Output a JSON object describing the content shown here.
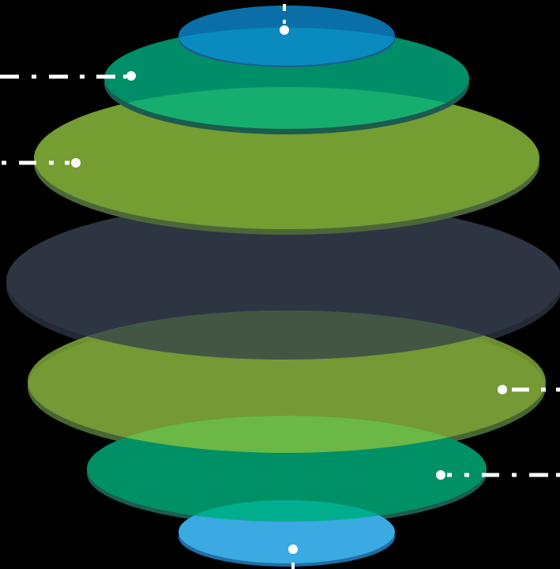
{
  "diagram": {
    "background": "#000000",
    "layers": [
      {
        "id": "layer-1",
        "color": "#0AA0D9",
        "edge": "#1C6FA8"
      },
      {
        "id": "layer-2",
        "color": "#009A6A",
        "edge": "#1C5B4E"
      },
      {
        "id": "layer-3",
        "color": "#7A9E32",
        "edge": "#4E6B35"
      },
      {
        "id": "layer-4",
        "color": "#2C3541",
        "edge": "#252C37"
      },
      {
        "id": "layer-5",
        "color": "#7FA437",
        "edge": "#4F6C3A"
      },
      {
        "id": "layer-6",
        "color": "#009A6A",
        "edge": "#1C5B4E"
      },
      {
        "id": "layer-7",
        "color": "#3BA9E2",
        "edge": "#1F6FA6"
      }
    ],
    "connector_color": "#FFFFFF"
  }
}
